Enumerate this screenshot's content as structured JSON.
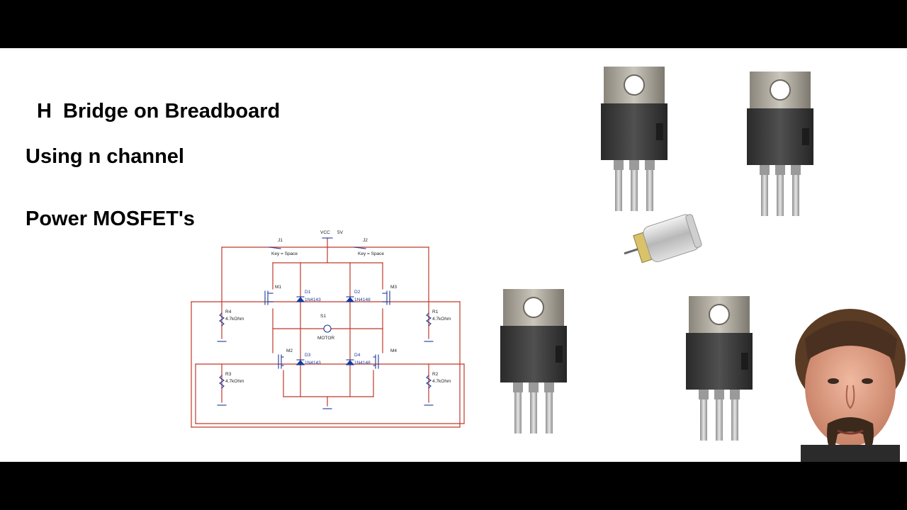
{
  "titles": {
    "line1": "H  Bridge on Breadboard",
    "line2": "Using n channel",
    "line3": "Power MOSFET's"
  },
  "schematic": {
    "vcc": "VCC",
    "supply": "5V",
    "switches": [
      {
        "ref": "J1",
        "key": "Key = Space"
      },
      {
        "ref": "J2",
        "key": "Key = Space"
      }
    ],
    "mosfets": [
      "M1",
      "M2",
      "M3",
      "M4"
    ],
    "diodes": [
      {
        "ref": "D1",
        "part": "1N4143"
      },
      {
        "ref": "D2",
        "part": "1N4148"
      },
      {
        "ref": "D3",
        "part": "1N4143"
      },
      {
        "ref": "D4",
        "part": "1N4148"
      }
    ],
    "motor": {
      "ref": "S1",
      "label": "MOTOR"
    },
    "resistors": [
      {
        "ref": "R4",
        "value": "4.7kOhm"
      },
      {
        "ref": "R3",
        "value": "4.7kOhm"
      },
      {
        "ref": "R1",
        "value": "4.7kOhm"
      },
      {
        "ref": "R2",
        "value": "4.7kOhm"
      }
    ],
    "wire_color": "#c0392b",
    "component_color": "#1a3a9a"
  }
}
